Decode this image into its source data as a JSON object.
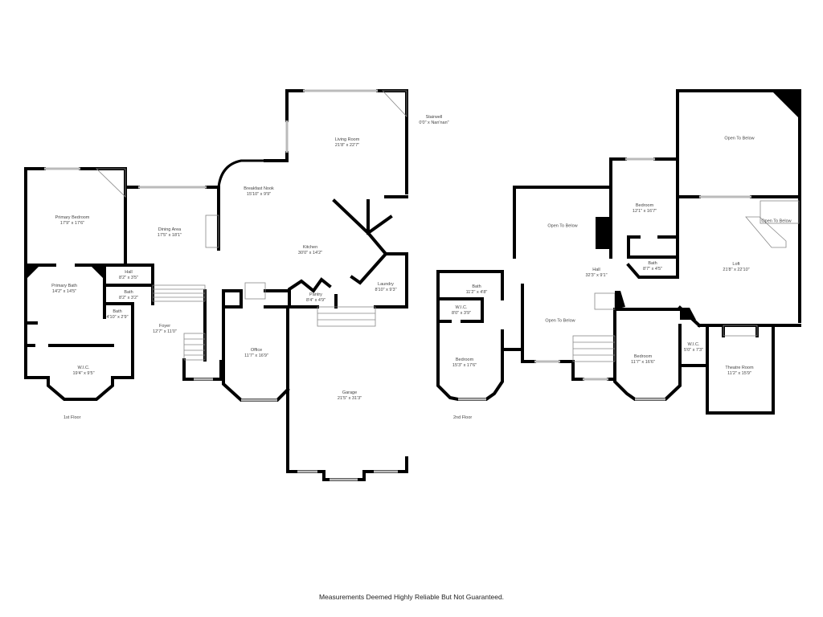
{
  "floors": [
    {
      "label": "1st Floor",
      "rooms": [
        {
          "name": "Primary Bedroom",
          "dims": "17'9\" x 17'6\""
        },
        {
          "name": "Dining Area",
          "dims": "17'5\" x 18'1\""
        },
        {
          "name": "Breakfast Nook",
          "dims": "15'10\" x 9'9\""
        },
        {
          "name": "Living Room",
          "dims": "21'8\" x 22'7\""
        },
        {
          "name": "Stairwell",
          "dims": "0'0\" x Nan'nan\""
        },
        {
          "name": "Kitchen",
          "dims": "30'0\" x 14'2\""
        },
        {
          "name": "Hall",
          "dims": "8'2\" x 3'5\""
        },
        {
          "name": "Primary Bath",
          "dims": "14'2\" x 14'5\""
        },
        {
          "name": "Bath",
          "dims": "8'2\" x 3'2\""
        },
        {
          "name": "Bath",
          "dims": "4'10\" x 2'9\""
        },
        {
          "name": "Foyer",
          "dims": "12'7\" x 11'0\""
        },
        {
          "name": "Pantry",
          "dims": "8'4\" x 4'9\""
        },
        {
          "name": "Laundry",
          "dims": "8'10\" x 9'3\""
        },
        {
          "name": "W.I.C.",
          "dims": "19'4\" x 9'5\""
        },
        {
          "name": "Office",
          "dims": "11'7\" x 16'9\""
        },
        {
          "name": "Garage",
          "dims": "21'5\" x 31'3\""
        }
      ]
    },
    {
      "label": "2nd Floor",
      "rooms": [
        {
          "name": "Open To Below",
          "dims": ""
        },
        {
          "name": "Bedroom",
          "dims": "12'1\" x 16'7\""
        },
        {
          "name": "Open To Below",
          "dims": ""
        },
        {
          "name": "Open To Below",
          "dims": ""
        },
        {
          "name": "Bath",
          "dims": "8'7\" x 4'5\""
        },
        {
          "name": "Loft",
          "dims": "21'8\" x 22'10\""
        },
        {
          "name": "Hall",
          "dims": "32'3\" x 9'1\""
        },
        {
          "name": "Bath",
          "dims": "11'2\" x 4'8\""
        },
        {
          "name": "W.I.C.",
          "dims": "8'0\" x 3'9\""
        },
        {
          "name": "Open To Below",
          "dims": ""
        },
        {
          "name": "Bedroom",
          "dims": "15'3\" x 17'6\""
        },
        {
          "name": "Bedroom",
          "dims": "11'7\" x 16'6\""
        },
        {
          "name": "W.I.C.",
          "dims": "5'0\" x 7'3\""
        },
        {
          "name": "Theatre Room",
          "dims": "11'2\" x 15'9\""
        }
      ]
    }
  ],
  "disclaimer": "Measurements Deemed Highly Reliable But Not Guaranteed."
}
